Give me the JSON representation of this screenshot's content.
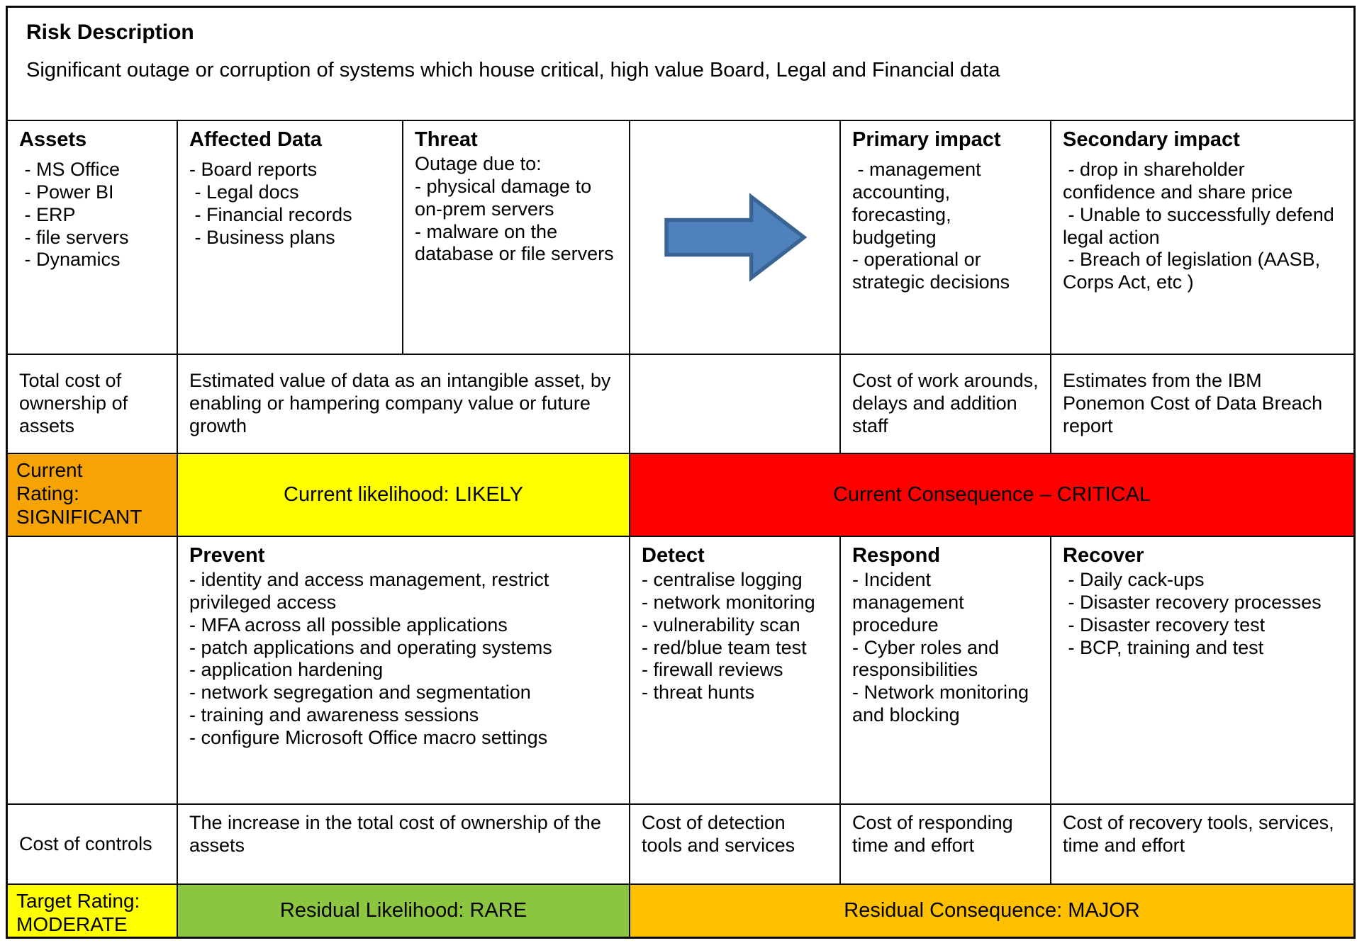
{
  "colors": {
    "current_rating_bg": "#F6A405",
    "current_likelihood_bg": "#FFFF00",
    "current_consequence_bg": "#FF0000",
    "target_rating_bg": "#FFFF00",
    "residual_likelihood_bg": "#8CC640",
    "residual_consequence_bg": "#FFC000",
    "arrow_fill": "#4F81BD",
    "arrow_stroke": "#3A6493"
  },
  "risk_description": {
    "title": "Risk Description",
    "text": "Significant outage or corruption of systems which house critical, high value Board, Legal and Financial data"
  },
  "impact_analysis": {
    "assets": {
      "heading": "Assets",
      "items": [
        " - MS Office",
        " - Power BI",
        " - ERP",
        " - file servers",
        " - Dynamics"
      ]
    },
    "affected_data": {
      "heading": "Affected Data",
      "items": [
        "- Board reports",
        " - Legal docs",
        " - Financial records",
        " - Business plans"
      ]
    },
    "threat": {
      "heading": "Threat",
      "lines": [
        "Outage due to:",
        "- physical damage to on-prem servers",
        "- malware on the database or file servers"
      ]
    },
    "primary_impact": {
      "heading": "Primary impact",
      "items": [
        " - management accounting, forecasting, budgeting",
        "- operational or strategic decisions"
      ]
    },
    "secondary_impact": {
      "heading": "Secondary impact",
      "items": [
        " - drop in shareholder confidence and share price",
        " - Unable to successfully defend legal action",
        " - Breach of legislation (AASB,  Corps Act, etc )"
      ]
    }
  },
  "cost_of_risk": {
    "label": "Total cost of ownership of assets",
    "asset_value": "Estimated value of data as an intangible asset, by enabling or hampering company value or future growth",
    "primary_cost": "Cost of work arounds, delays and addition staff",
    "secondary_cost": "Estimates from the IBM Ponemon Cost of Data Breach report"
  },
  "current_rating": {
    "label": [
      "Current",
      "Rating:",
      "SIGNIFICANT"
    ],
    "likelihood": "Current likelihood: LIKELY",
    "consequence": "Current Consequence – CRITICAL"
  },
  "controls": {
    "prevent": {
      "heading": "Prevent",
      "items": [
        "- identity and access management, restrict privileged access",
        "- MFA across all possible applications",
        "- patch applications and operating systems",
        "- application hardening",
        "- network segregation and segmentation",
        "- training and awareness sessions",
        "- configure Microsoft Office macro settings"
      ]
    },
    "detect": {
      "heading": "Detect",
      "items": [
        "- centralise logging",
        "- network monitoring",
        "- vulnerability scan",
        "- red/blue team test",
        "- firewall reviews",
        "- threat hunts"
      ]
    },
    "respond": {
      "heading": "Respond",
      "items": [
        "- Incident management procedure",
        "- Cyber roles and responsibilities",
        "- Network monitoring and blocking"
      ]
    },
    "recover": {
      "heading": "Recover",
      "items": [
        " - Daily cack-ups",
        " - Disaster recovery processes",
        " - Disaster recovery test",
        " - BCP, training and test"
      ]
    }
  },
  "cost_of_controls": {
    "label": "Cost of controls",
    "prevent_cost": "The increase in the total cost of ownership of the assets",
    "detect_cost": "Cost of detection tools and services",
    "respond_cost": "Cost of responding time and effort",
    "recover_cost": "Cost of recovery tools, services, time and effort"
  },
  "target_rating": {
    "label": [
      "Target Rating:",
      "MODERATE"
    ],
    "likelihood": "Residual Likelihood: RARE",
    "consequence": "Residual Consequence: MAJOR"
  }
}
